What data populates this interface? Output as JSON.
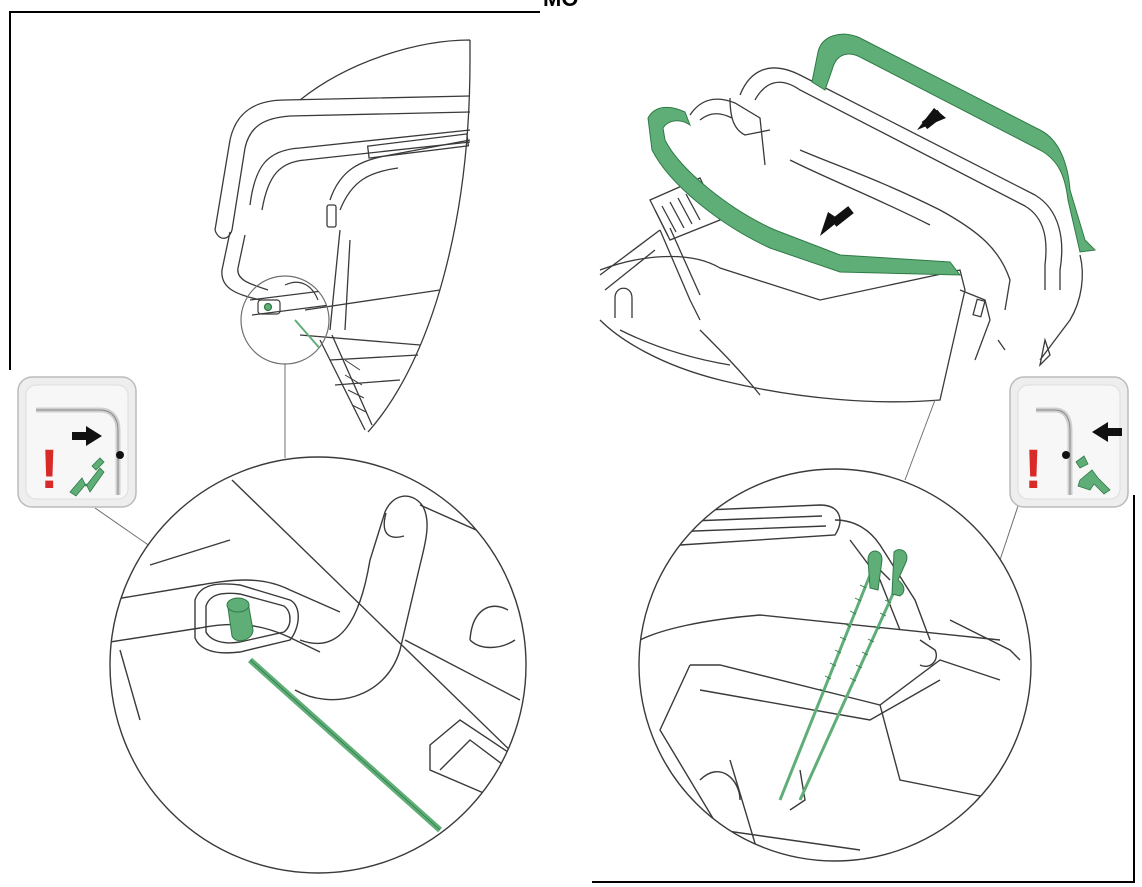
{
  "header": {
    "fragment_text": "MO"
  },
  "colors": {
    "line": "#3a3a3a",
    "thin_line": "#6f6f6f",
    "accent_green": "#5fae78",
    "green_dark": "#2f7a46",
    "warning_red": "#d92a2a",
    "icon_bg": "#eeeeee",
    "frame": "#000000"
  },
  "panels": [
    {
      "id": "left",
      "description_icon": [
        "warning-icon",
        "arrow-right-icon",
        "dot-icon",
        "lightning-icon"
      ],
      "symbol": "!"
    },
    {
      "id": "right",
      "description_icon": [
        "warning-icon",
        "dot-icon",
        "arrow-left-icon",
        "lightning-icon"
      ],
      "symbol": "!"
    }
  ]
}
